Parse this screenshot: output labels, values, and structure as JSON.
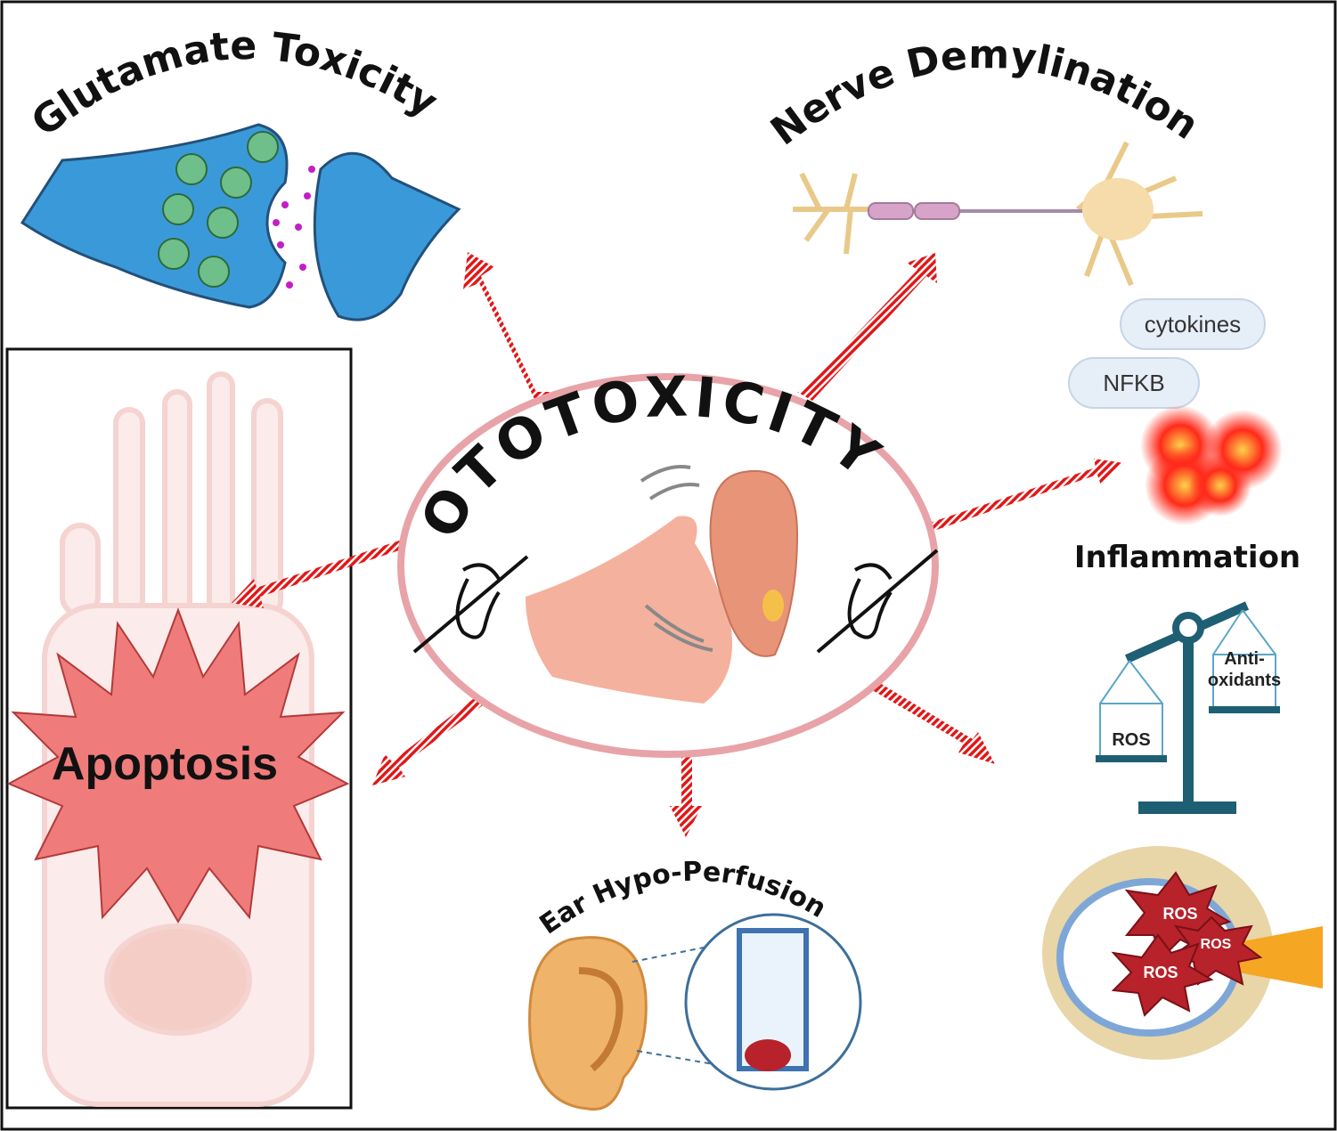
{
  "center_label": "OTOTOXICITY",
  "glutamate": {
    "title": "Glutamate Toxicity"
  },
  "nerve": {
    "title": "Nerve Demylination"
  },
  "inflammation": {
    "title": "Inflammation",
    "pill_1": "cytokines",
    "pill_2": "NFKB"
  },
  "oxidative": {
    "left_pan": "ROS",
    "right_pan_line1": "Anti-",
    "right_pan_line2": "oxidants",
    "cochlea_ros": [
      "ROS",
      "ROS",
      "ROS"
    ]
  },
  "apoptosis": {
    "label": "Apoptosis"
  },
  "perfusion": {
    "title": "Ear Hypo-Perfusion"
  },
  "colors": {
    "arrow": "#e01818",
    "ellipse": "#e8a3a8",
    "synapse": "#3a9ad9",
    "starburst": "#f07b7b"
  }
}
